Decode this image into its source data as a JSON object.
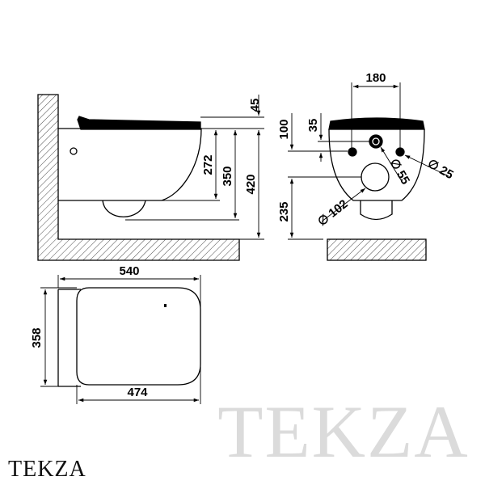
{
  "watermark": "TEKZA",
  "logo": "TEKZA",
  "side_view": {
    "dims": {
      "seat": "45",
      "bowl_height": "272",
      "spigot_height": "350",
      "total_height": "420"
    }
  },
  "front_view": {
    "dims": {
      "width": "180",
      "vertical_offset": "35",
      "top_offset": "100",
      "outlet_height": "235",
      "hole_small": "25",
      "hole_mid": "55",
      "outlet_diameter": "102",
      "diameter_symbol": "∅"
    }
  },
  "top_view": {
    "dims": {
      "length": "540",
      "depth": "358",
      "seat_length": "474"
    }
  }
}
